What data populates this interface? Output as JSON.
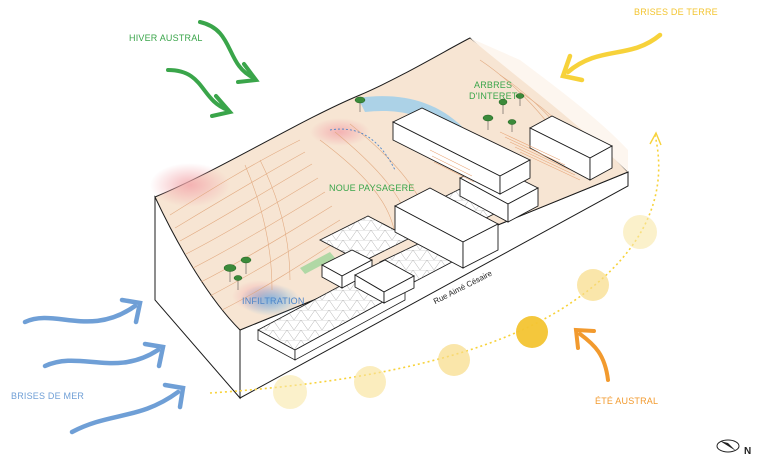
{
  "labels": {
    "hiver_austral": "HIVER AUSTRAL",
    "brises_de_terre": "BRISES DE TERRE",
    "arbres_line1": "ARBRES",
    "arbres_line2": "D'INTERET",
    "noue": "NOUE PAYSAGERE",
    "infiltration": "INFILTRATION",
    "rue": "Rue Aimé Césaire",
    "brises_de_mer": "BRISES DE MER",
    "ete_austral": "ÉTÉ AUSTRAL",
    "north": "N"
  },
  "colors": {
    "green": "#3aa54a",
    "yellow": "#f7d23a",
    "blue": "#6f9fd6",
    "orange": "#f29a2e",
    "terrain": "#f6e0cb",
    "pink": "#f3b7b7",
    "water": "#8ec3e6"
  },
  "icons": {
    "wind_arrow": "curved-arrow-icon",
    "sun": "sun-disc-icon",
    "tree": "tree-icon",
    "compass": "north-compass-icon"
  }
}
